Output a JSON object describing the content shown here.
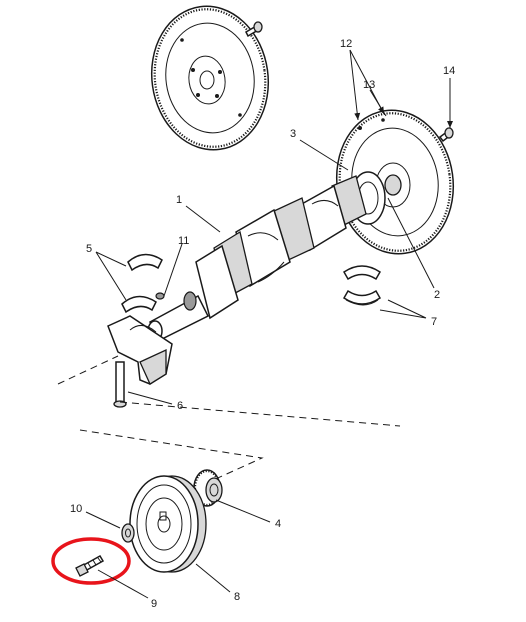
{
  "callouts": {
    "c1": "1",
    "c2": "2",
    "c3": "3",
    "c4": "4",
    "c5": "5",
    "c6": "6",
    "c7": "7",
    "c8": "8",
    "c9": "9",
    "c10": "10",
    "c11": "11",
    "c12": "12",
    "c13": "13",
    "c14": "14"
  },
  "colors": {
    "highlight": "#e8141b",
    "ink": "#1a1a1a"
  }
}
